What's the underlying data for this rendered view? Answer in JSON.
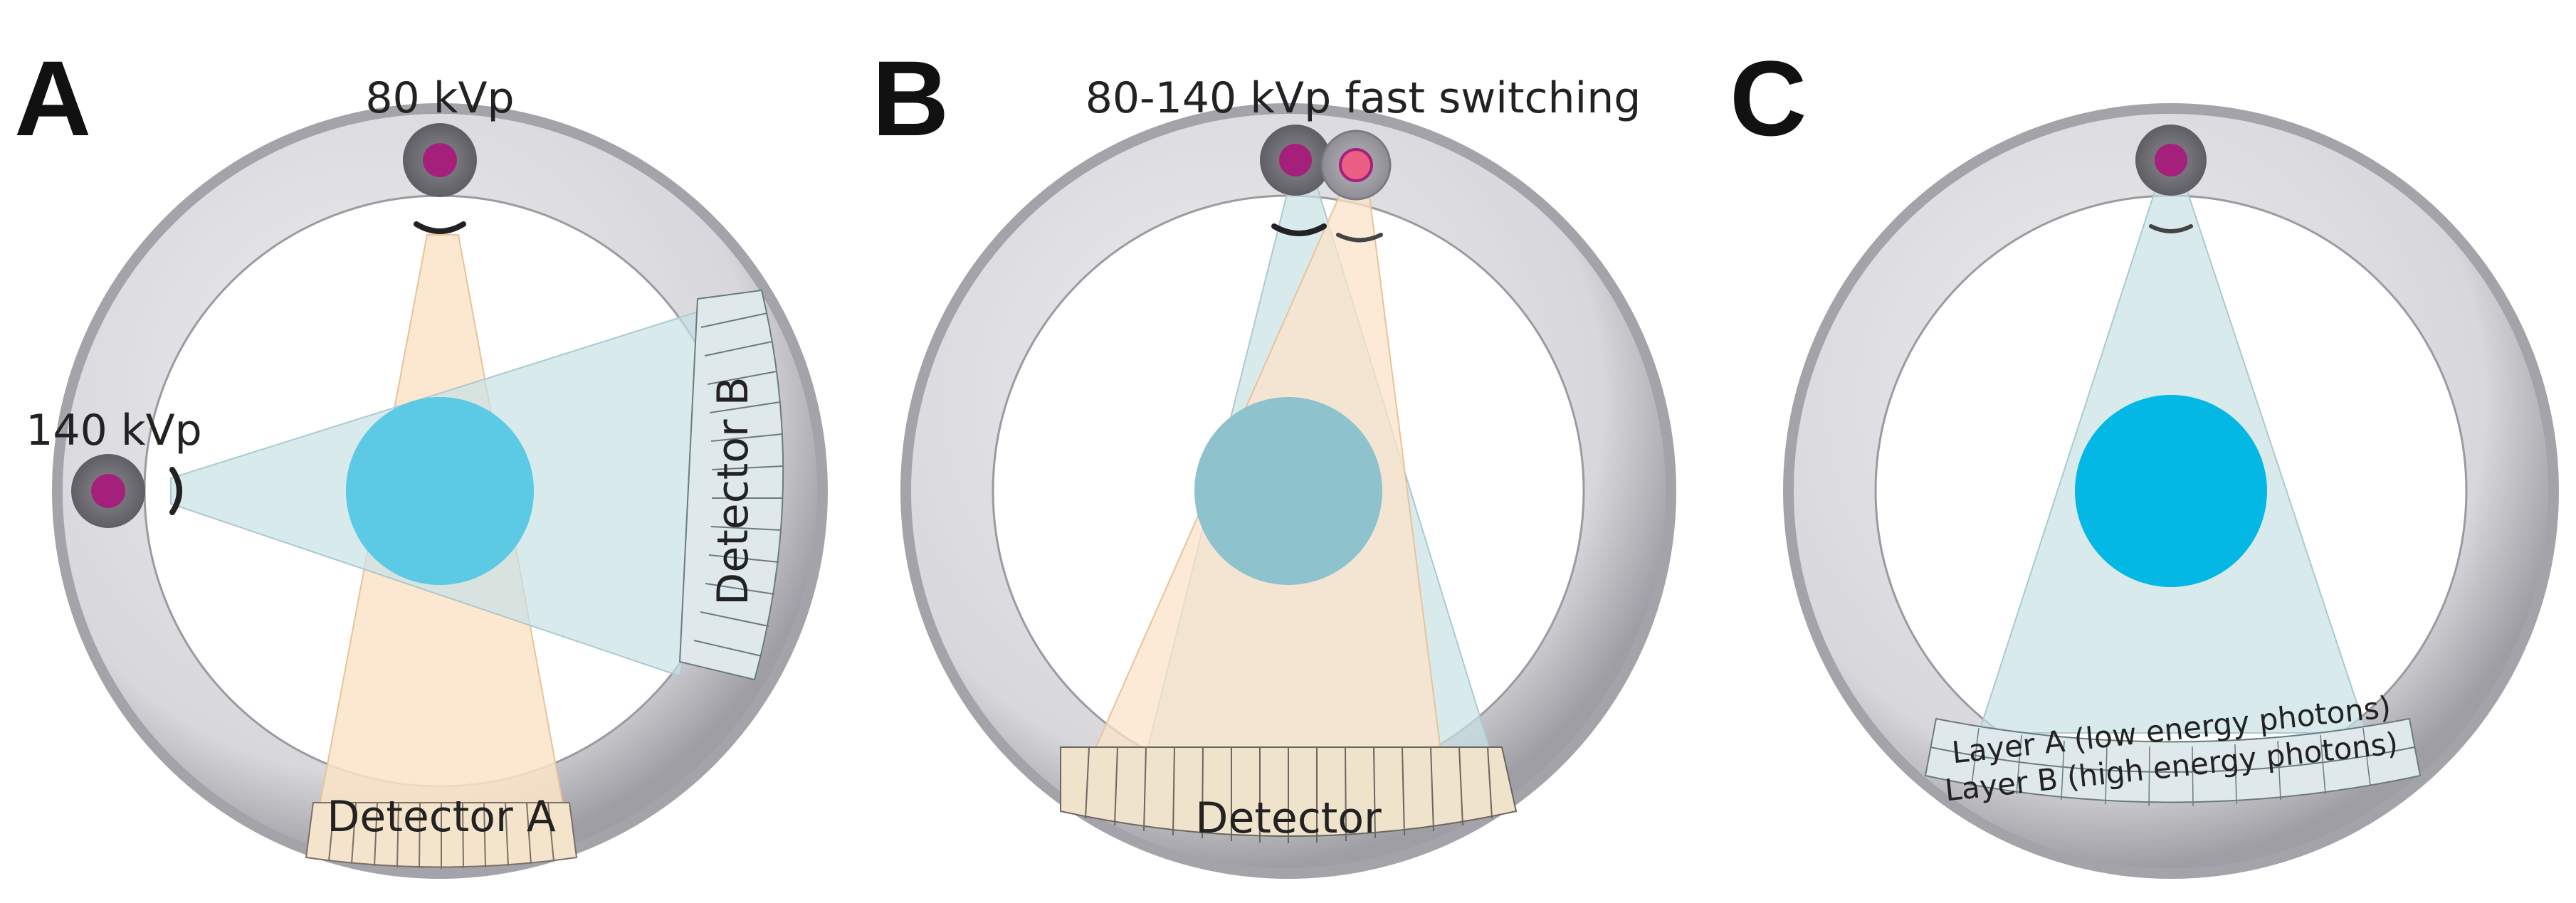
{
  "panels": [
    {
      "letter": "A",
      "source_top_label": "80 kVp",
      "source_left_label": "140 kVp",
      "detector_a_label": "Detector A",
      "detector_b_label": "Detector B"
    },
    {
      "letter": "B",
      "source_top_label": "80-140 kVp fast switching",
      "detector_label": "Detector"
    },
    {
      "letter": "C",
      "layer_a_label": "Layer A (low energy photons)",
      "layer_b_label": "Layer B (high energy photons)"
    }
  ],
  "colors": {
    "gantry_light": "#e6e6ea",
    "gantry_dark": "#a7a7ad",
    "gantry_edge": "#8c8c92",
    "inner_ring": "#9a9aa0",
    "tube_outer": "#6d6d72",
    "tube_core": "#a4207a",
    "tube_pink": "#ea5f83",
    "beam_low": "#fbe3c8",
    "beam_high": "#c9e1e6",
    "phantom": "#03b8e4",
    "phantom_overlay": "#8ec3cd",
    "detector_fill": "#dfe9ec",
    "detector_line": "#6a7b80"
  }
}
